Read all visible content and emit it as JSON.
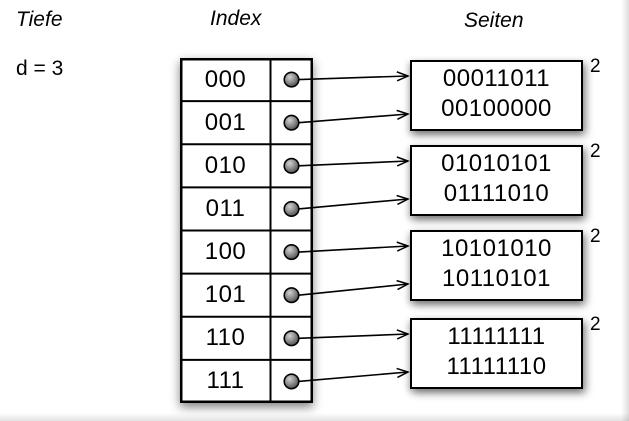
{
  "labels": {
    "tiefe": "Tiefe",
    "depth": "d = 3",
    "index": "Index",
    "seiten": "Seiten"
  },
  "index_table": {
    "entries": [
      "000",
      "001",
      "010",
      "011",
      "100",
      "101",
      "110",
      "111"
    ]
  },
  "pages": [
    {
      "values": [
        "00011011",
        "00100000"
      ],
      "local_depth": "2"
    },
    {
      "values": [
        "01010101",
        "01111010"
      ],
      "local_depth": "2"
    },
    {
      "values": [
        "10101010",
        "10110101"
      ],
      "local_depth": "2"
    },
    {
      "values": [
        "11111111",
        "11111110"
      ],
      "local_depth": "2"
    }
  ],
  "connections": [
    {
      "entry": "000",
      "page_index": 0,
      "slot": 0
    },
    {
      "entry": "001",
      "page_index": 0,
      "slot": 1
    },
    {
      "entry": "010",
      "page_index": 1,
      "slot": 0
    },
    {
      "entry": "011",
      "page_index": 1,
      "slot": 1
    },
    {
      "entry": "100",
      "page_index": 2,
      "slot": 0
    },
    {
      "entry": "101",
      "page_index": 2,
      "slot": 1
    },
    {
      "entry": "110",
      "page_index": 3,
      "slot": 0
    },
    {
      "entry": "111",
      "page_index": 3,
      "slot": 1
    }
  ],
  "colors": {
    "stroke": "#000000",
    "background": "#ffffff",
    "ball_light": "#d2d2d2",
    "ball_mid": "#8f8f8f",
    "ball_dark": "#3a3a3a"
  }
}
